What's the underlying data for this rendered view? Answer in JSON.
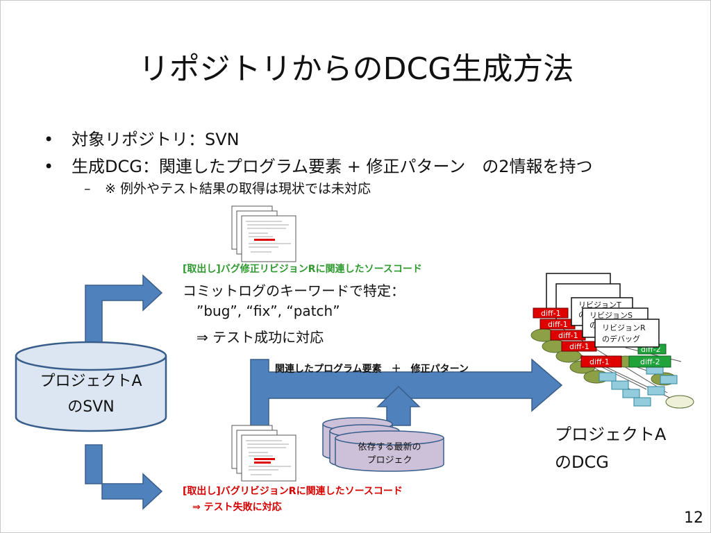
{
  "slide": {
    "title": "リポジトリからのDCG生成方法",
    "page_number": "12"
  },
  "bullets": [
    {
      "marker": "•",
      "text": "対象リポジトリ：SVN"
    },
    {
      "marker": "•",
      "text": "生成DCG：関連したプログラム要素 + 修正パターン　の2情報を持つ"
    }
  ],
  "sub_bullet": {
    "marker": "–",
    "text": "※ 例外やテスト結果の取得は現状では未対応"
  },
  "top_branch": {
    "caption": "[取出し]バグ修正リビジョンRに関連したソースコード",
    "line1": "コミットログのキーワードで特定：",
    "line2": "”bug”, “fix”, “patch”",
    "line3": "⇒  テスト成功に対応"
  },
  "bottom_branch": {
    "caption": "[取出し]バグリビジョンRに関連したソースコード",
    "line2": "⇒  テスト失敗に対応"
  },
  "source_db": {
    "line1": "プロジェクトA",
    "line2": "のSVN"
  },
  "arrow_label": "関連したプログラム要素　＋　修正パターン",
  "dependency_db": {
    "line1": "依存する最新の",
    "line2": "プロジェク"
  },
  "output": {
    "line1": "プロジェクトA",
    "line2": "のDCG"
  },
  "dcg_cards": [
    {
      "line1": "リビジョンT",
      "line2": "の"
    },
    {
      "line1": "リビジョンS",
      "line2": "の"
    },
    {
      "line1": "リビジョンR",
      "line2": "のデバッグ"
    }
  ],
  "dcg_diffs": [
    "diff-1",
    "diff-1",
    "diff-1",
    "diff-1",
    "diff-1",
    "diff-2",
    "diff-2"
  ],
  "colors": {
    "arrow_blue": "#4f81bd",
    "db_fill": "#dce6f2",
    "db_outline": "#385d8a",
    "dep_db_fill": "#ccc1d9",
    "caption_green": "#2e9a2e",
    "caption_red": "#d60000",
    "diff_red": "#e00000",
    "diff_green": "#1fa33a",
    "node_olive": "#8ea045",
    "node_blue": "#93cddd"
  }
}
